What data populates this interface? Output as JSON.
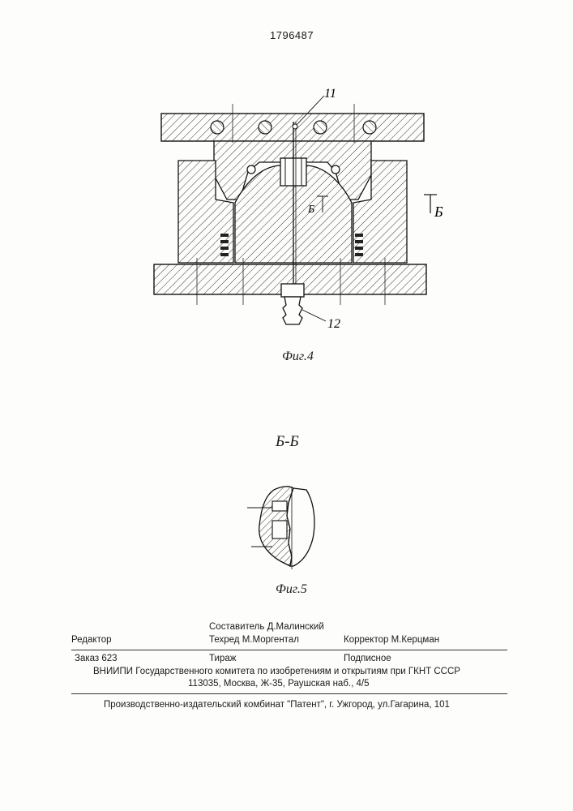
{
  "header": {
    "patent_number": "1796487"
  },
  "figure4": {
    "caption": "Фиг.4",
    "callouts": {
      "part_11": "11",
      "part_12": "12",
      "section_mark_inner": "Б",
      "section_mark_outer": "Б"
    }
  },
  "figure5": {
    "section_title": "Б-Б",
    "caption": "Фиг.5"
  },
  "imprint": {
    "editor_label": "Редактор",
    "compiler": "Составитель Д.Малинский",
    "techred": "Техред М.Моргентал",
    "corrector": "Корректор  М.Керцман",
    "order": "Заказ  623",
    "circulation": "Тираж",
    "subscription": "Подписное",
    "institute": "ВНИИПИ Государственного комитета по изобретениям и открытиям при ГКНТ СССР",
    "address": "113035, Москва, Ж-35, Раушская наб., 4/5",
    "publisher": "Производственно-издательский комбинат \"Патент\", г. Ужгород, ул.Гагарина, 101"
  }
}
